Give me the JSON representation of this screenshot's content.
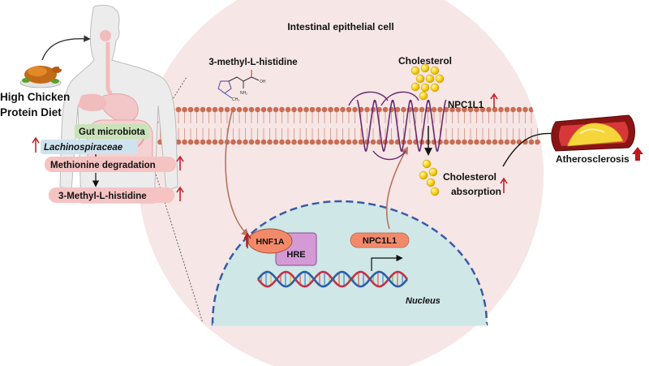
{
  "diet": {
    "line1": "High Chicken",
    "line2": "Protein Diet"
  },
  "gut": {
    "microbiota": "Gut microbiota",
    "lachnospiraceae": "Lachinospiraceae",
    "methionine": "Methionine degradation",
    "histidine": "3-Methyl-L-histidine"
  },
  "cell": {
    "title": "Intestinal epithelial cell",
    "metabolite": "3-methyl-L-histidine",
    "cholesterol": "Cholesterol",
    "transporter": "NPC1L1",
    "absorption_line1": "Cholesterol",
    "absorption_line2": "absorption"
  },
  "molecule": {
    "acid": "OH",
    "amine": "NH₂",
    "methyl": "CH₃"
  },
  "nucleus": {
    "label": "Nucleus",
    "tf": "HNF1A",
    "element": "HRE",
    "gene": "NPC1L1"
  },
  "outcome": {
    "label": "Atherosclerosis"
  },
  "colors": {
    "membrane": "#c96d53",
    "nucleus": "#cfe7e6",
    "cell_bg": "#f6e6e6",
    "label_pink": "#f6c3c3",
    "label_green": "#c9e3b8",
    "up_arrow": "#c0171b",
    "hnf1a": "#f28a6a",
    "hre": "#d49ad6",
    "cholesterol": "#f7d21b"
  },
  "icons": [
    "roast-chicken-icon",
    "human-digestive-system-icon",
    "artery-plaque-icon",
    "dna-helix-icon",
    "transcription-arrow-icon"
  ]
}
